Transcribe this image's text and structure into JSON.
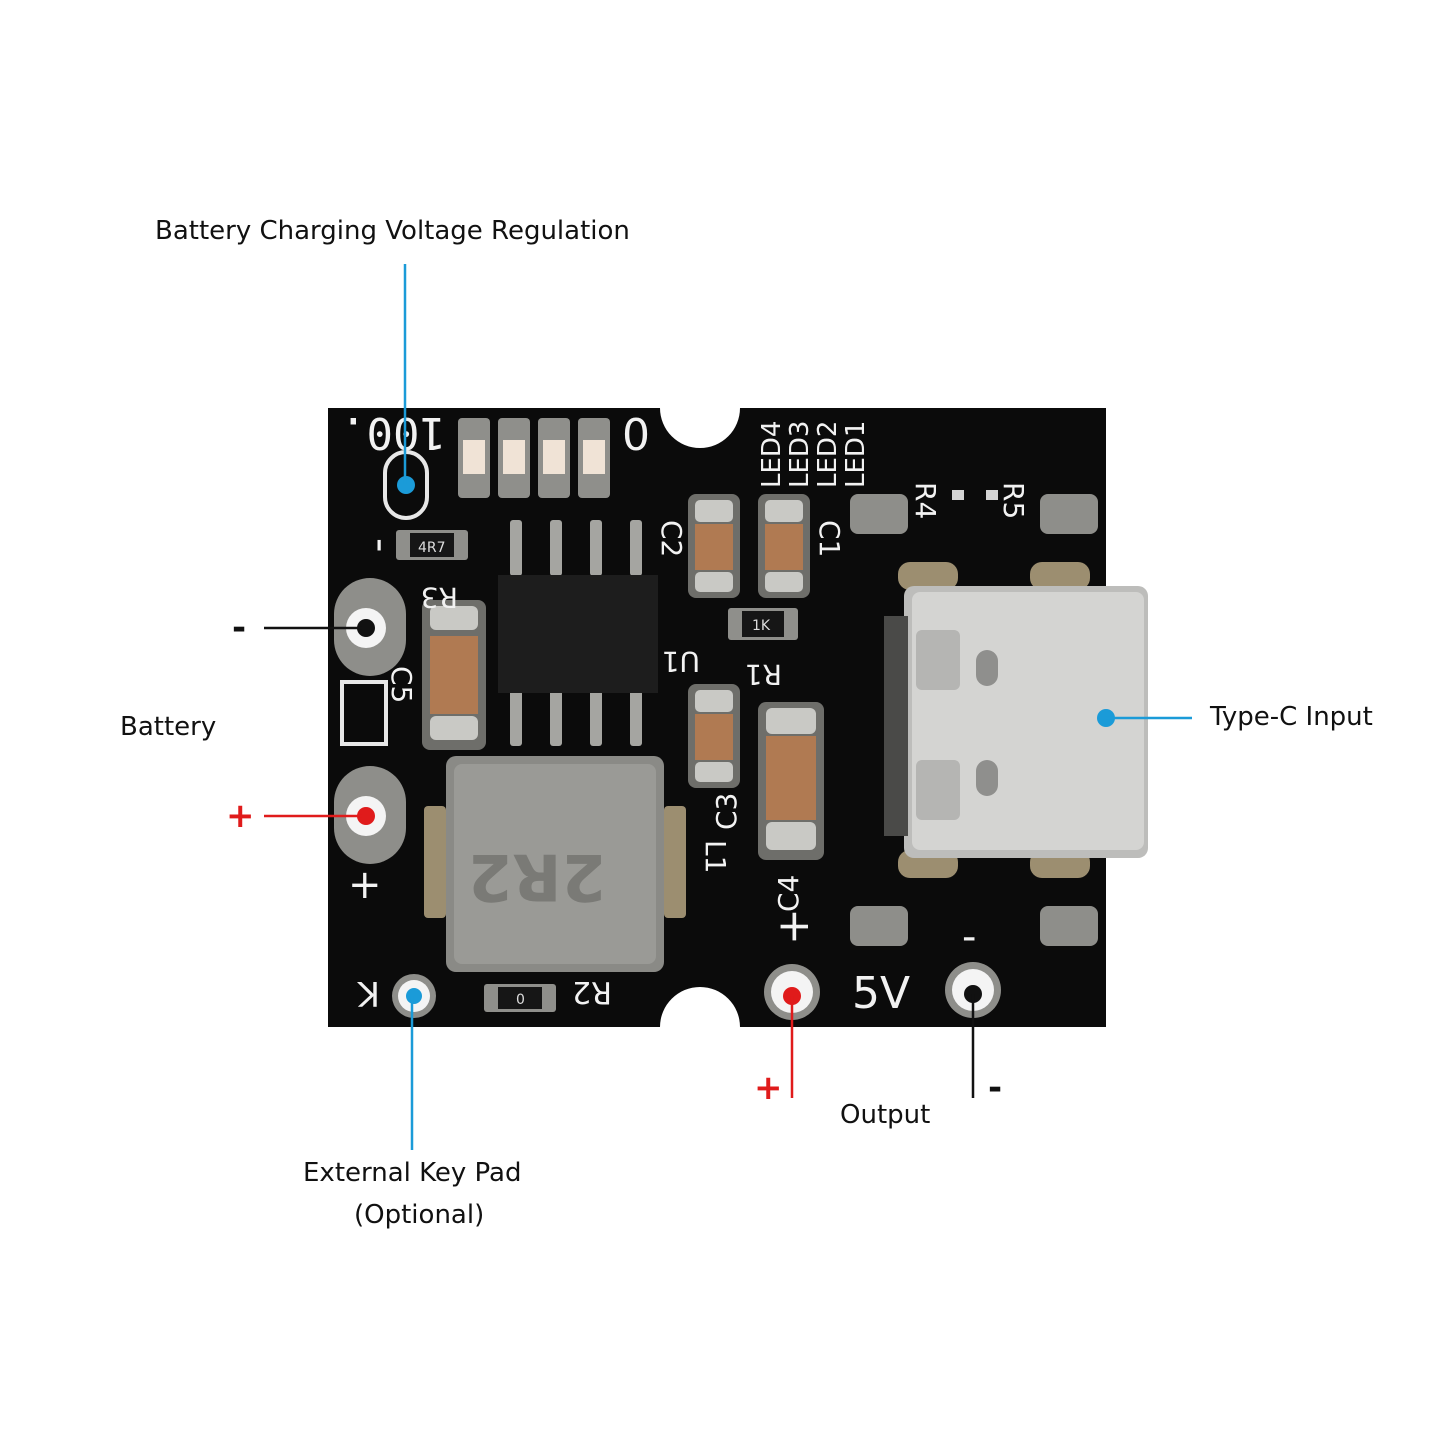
{
  "labels": {
    "voltage_regulation": "Battery Charging Voltage Regulation",
    "battery": "Battery",
    "battery_minus": "-",
    "battery_plus": "+",
    "type_c_input": "Type-C Input",
    "output": "Output",
    "output_plus": "+",
    "output_minus": "-",
    "external_key_line1": "External Key Pad",
    "external_key_line2": "(Optional)"
  },
  "board_silkscreen": {
    "percent_100": "100.",
    "percent_0": "0",
    "leds": [
      "LED4",
      "LED3",
      "LED2",
      "LED1"
    ],
    "r1": "R1",
    "r2": "R2",
    "r3": "R3",
    "r4": "R4",
    "r5": "R5",
    "c1": "C1",
    "c2": "C2",
    "c3": "C3",
    "c4": "C4",
    "c5": "C5",
    "u1": "U1",
    "l1": "L1",
    "batt_minus_mark": "-",
    "batt_plus_mark": "+",
    "key_mark": "K",
    "out_plus_mark": "+",
    "out_voltage": "5V",
    "out_minus_mark": "-",
    "inductor_code": "2R2",
    "r3_code": "4R7",
    "r1_code": "1K",
    "r2_code": "0"
  },
  "colors": {
    "board": "#0b0b0b",
    "pad": "#9a9a96",
    "callout_blue": "#1b9bd8",
    "callout_red": "#e01b1b",
    "callout_black": "#111111",
    "capacitor": "#b07a52",
    "usb_metal": "#d4d4d2"
  }
}
